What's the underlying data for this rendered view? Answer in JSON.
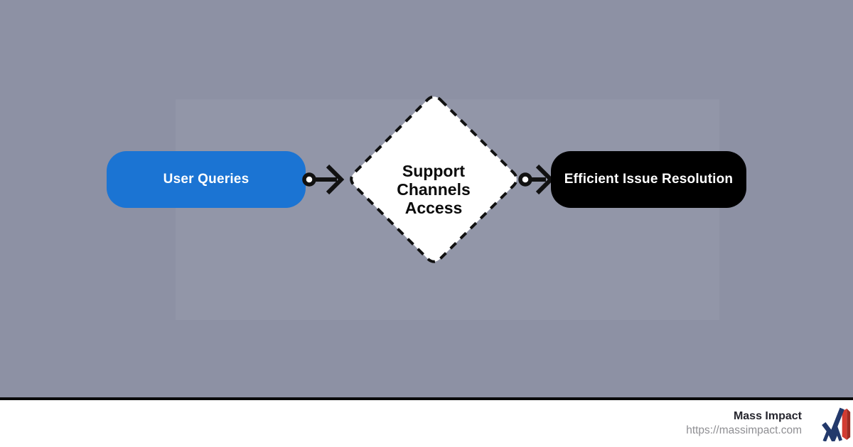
{
  "background": {
    "color": "#8d91a4",
    "canvas_highlight": "rgba(255,255,255,0.05)"
  },
  "diagram": {
    "nodes": {
      "input": {
        "label": "User Queries",
        "shape": "rounded-rectangle",
        "fill": "#1b74d3",
        "text_color": "#ffffff"
      },
      "process": {
        "label": "Support Channels Access",
        "lines": [
          "Support",
          "Channels",
          "Access"
        ],
        "shape": "diamond",
        "border_style": "dashed",
        "border_color": "#111111",
        "fill": "#ffffff",
        "text_color": "#0b0b0b"
      },
      "output": {
        "label": "Efficient Issue Resolution",
        "shape": "rounded-rectangle",
        "fill": "#000000",
        "text_color": "#ffffff"
      }
    },
    "connectors": [
      {
        "from": "input",
        "to": "process",
        "color": "#111111",
        "start_marker": "ring-dot",
        "end_marker": "open-arrowhead"
      },
      {
        "from": "process",
        "to": "output",
        "color": "#111111",
        "start_marker": "ring-dot",
        "end_marker": "open-arrowhead"
      }
    ]
  },
  "footer": {
    "brand": "Mass Impact",
    "url": "https://massimpact.com",
    "background": "#ffffff",
    "divider_color": "#0a0a0a",
    "brand_color": "#26262e",
    "url_color": "#8f8f93",
    "logo": {
      "name": "mass-impact-logo",
      "navy": "#23396b",
      "red": "#d23b31",
      "red_shade": "#9e2b22"
    }
  }
}
